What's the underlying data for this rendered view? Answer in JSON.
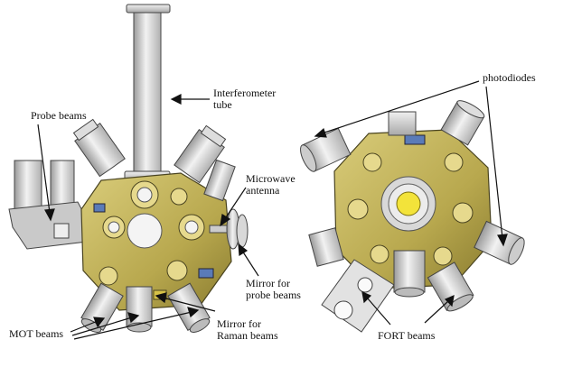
{
  "figure": {
    "labels": {
      "interferometer": [
        "Interferometer",
        "tube"
      ],
      "probe_beams": "Probe beams",
      "microwave": [
        "Microwave",
        "antenna"
      ],
      "mirror_probe": [
        "Mirror for",
        "probe beams"
      ],
      "mirror_raman": [
        "Mirror for",
        "Raman beams"
      ],
      "mot_beams": "MOT beams",
      "photodiodes": "photodiodes",
      "fort_beams": "FORT beams"
    }
  }
}
